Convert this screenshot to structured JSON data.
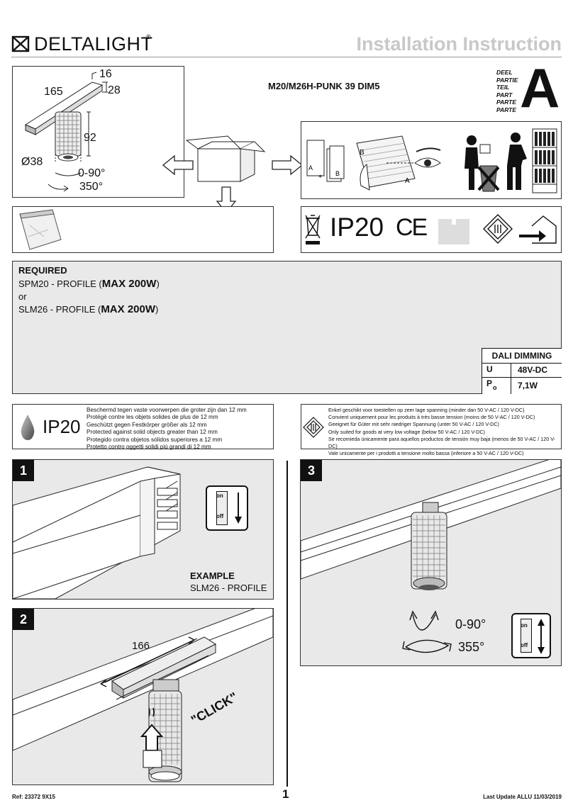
{
  "header": {
    "logo": "DELTALIGHT",
    "logo_mark": "®",
    "title": "Installation Instruction",
    "product": "M20/M26H-PUNK 39 DIM5",
    "part_words": [
      "DEEL",
      "PARTIE",
      "TEIL",
      "PART",
      "PARTE",
      "PARTE"
    ],
    "part_letter": "A"
  },
  "dimensions": {
    "d16": "16",
    "d165": "165",
    "d28": "28",
    "d92": "92",
    "d38": "Ø38",
    "tilt": "0-90°",
    "rotate": "350°"
  },
  "certs": {
    "ip": "IP20",
    "ce": "CE"
  },
  "required": {
    "heading": "REQUIRED",
    "line1_prefix": "SPM20 - PROFILE (",
    "line1_bold": "MAX 200W",
    "line1_suffix": ")",
    "or": "or",
    "line2_prefix": "SLM26 - PROFILE (",
    "line2_bold": "MAX 200W",
    "line2_suffix": ")"
  },
  "dali": {
    "title": "DALI DIMMING",
    "u_label": "U",
    "u_value": "48V-DC",
    "p_label": "P",
    "p_sub": "o",
    "p_value": "7,1W"
  },
  "ip_info": {
    "label": "IP20",
    "lines": [
      "Beschermd tegen vaste voorwerpen die groter zijn dan 12 mm",
      "Protégé contre les objets solides de plus de 12 mm",
      "Geschützt gegen Festkörper größer als 12 mm",
      "Protected against solid objects greater than 12 mm",
      "Protegido contra objetos sólidos superiores a 12 mm",
      "Protetto contro oggetti solidi più grandi di 12 mm"
    ]
  },
  "class3_info": {
    "lines": [
      "Enkel geschikt voor toestellen op zeer lage spanning (minder dan 50 V-AC / 120 V-DC)",
      "Convient uniquement pour les produits à très basse tension (moins de 50 V-AC / 120 V-DC)",
      "Geeignet für Güter mit sehr niedriger Spannung (unter 50 V-AC / 120 V-DC)",
      "Only suited for goods at very low voltage (below 50 V-AC / 120 V-DC)",
      "Se recomieda únicamente para  aquellos productos de tensión muy baja (menos de 50 V-AC / 120 V-DC)",
      "Vale unicamente per i prodotti a tensione molto bassa (inferiore a 50 V-AC / 120 V-DC)"
    ]
  },
  "steps": {
    "s1": {
      "num": "1",
      "example": "EXAMPLE",
      "profile": "SLM26 - PROFILE",
      "on": "on",
      "off": "off"
    },
    "s2": {
      "num": "2",
      "length": "166",
      "click": "\"CLICK\""
    },
    "s3": {
      "num": "3",
      "tilt": "0-90°",
      "rotate": "355°",
      "on": "on",
      "off": "off"
    }
  },
  "footer": {
    "ref": "Ref: 23372 9X15",
    "page": "1",
    "update": "Last Update ALLU 11/03/2019"
  }
}
